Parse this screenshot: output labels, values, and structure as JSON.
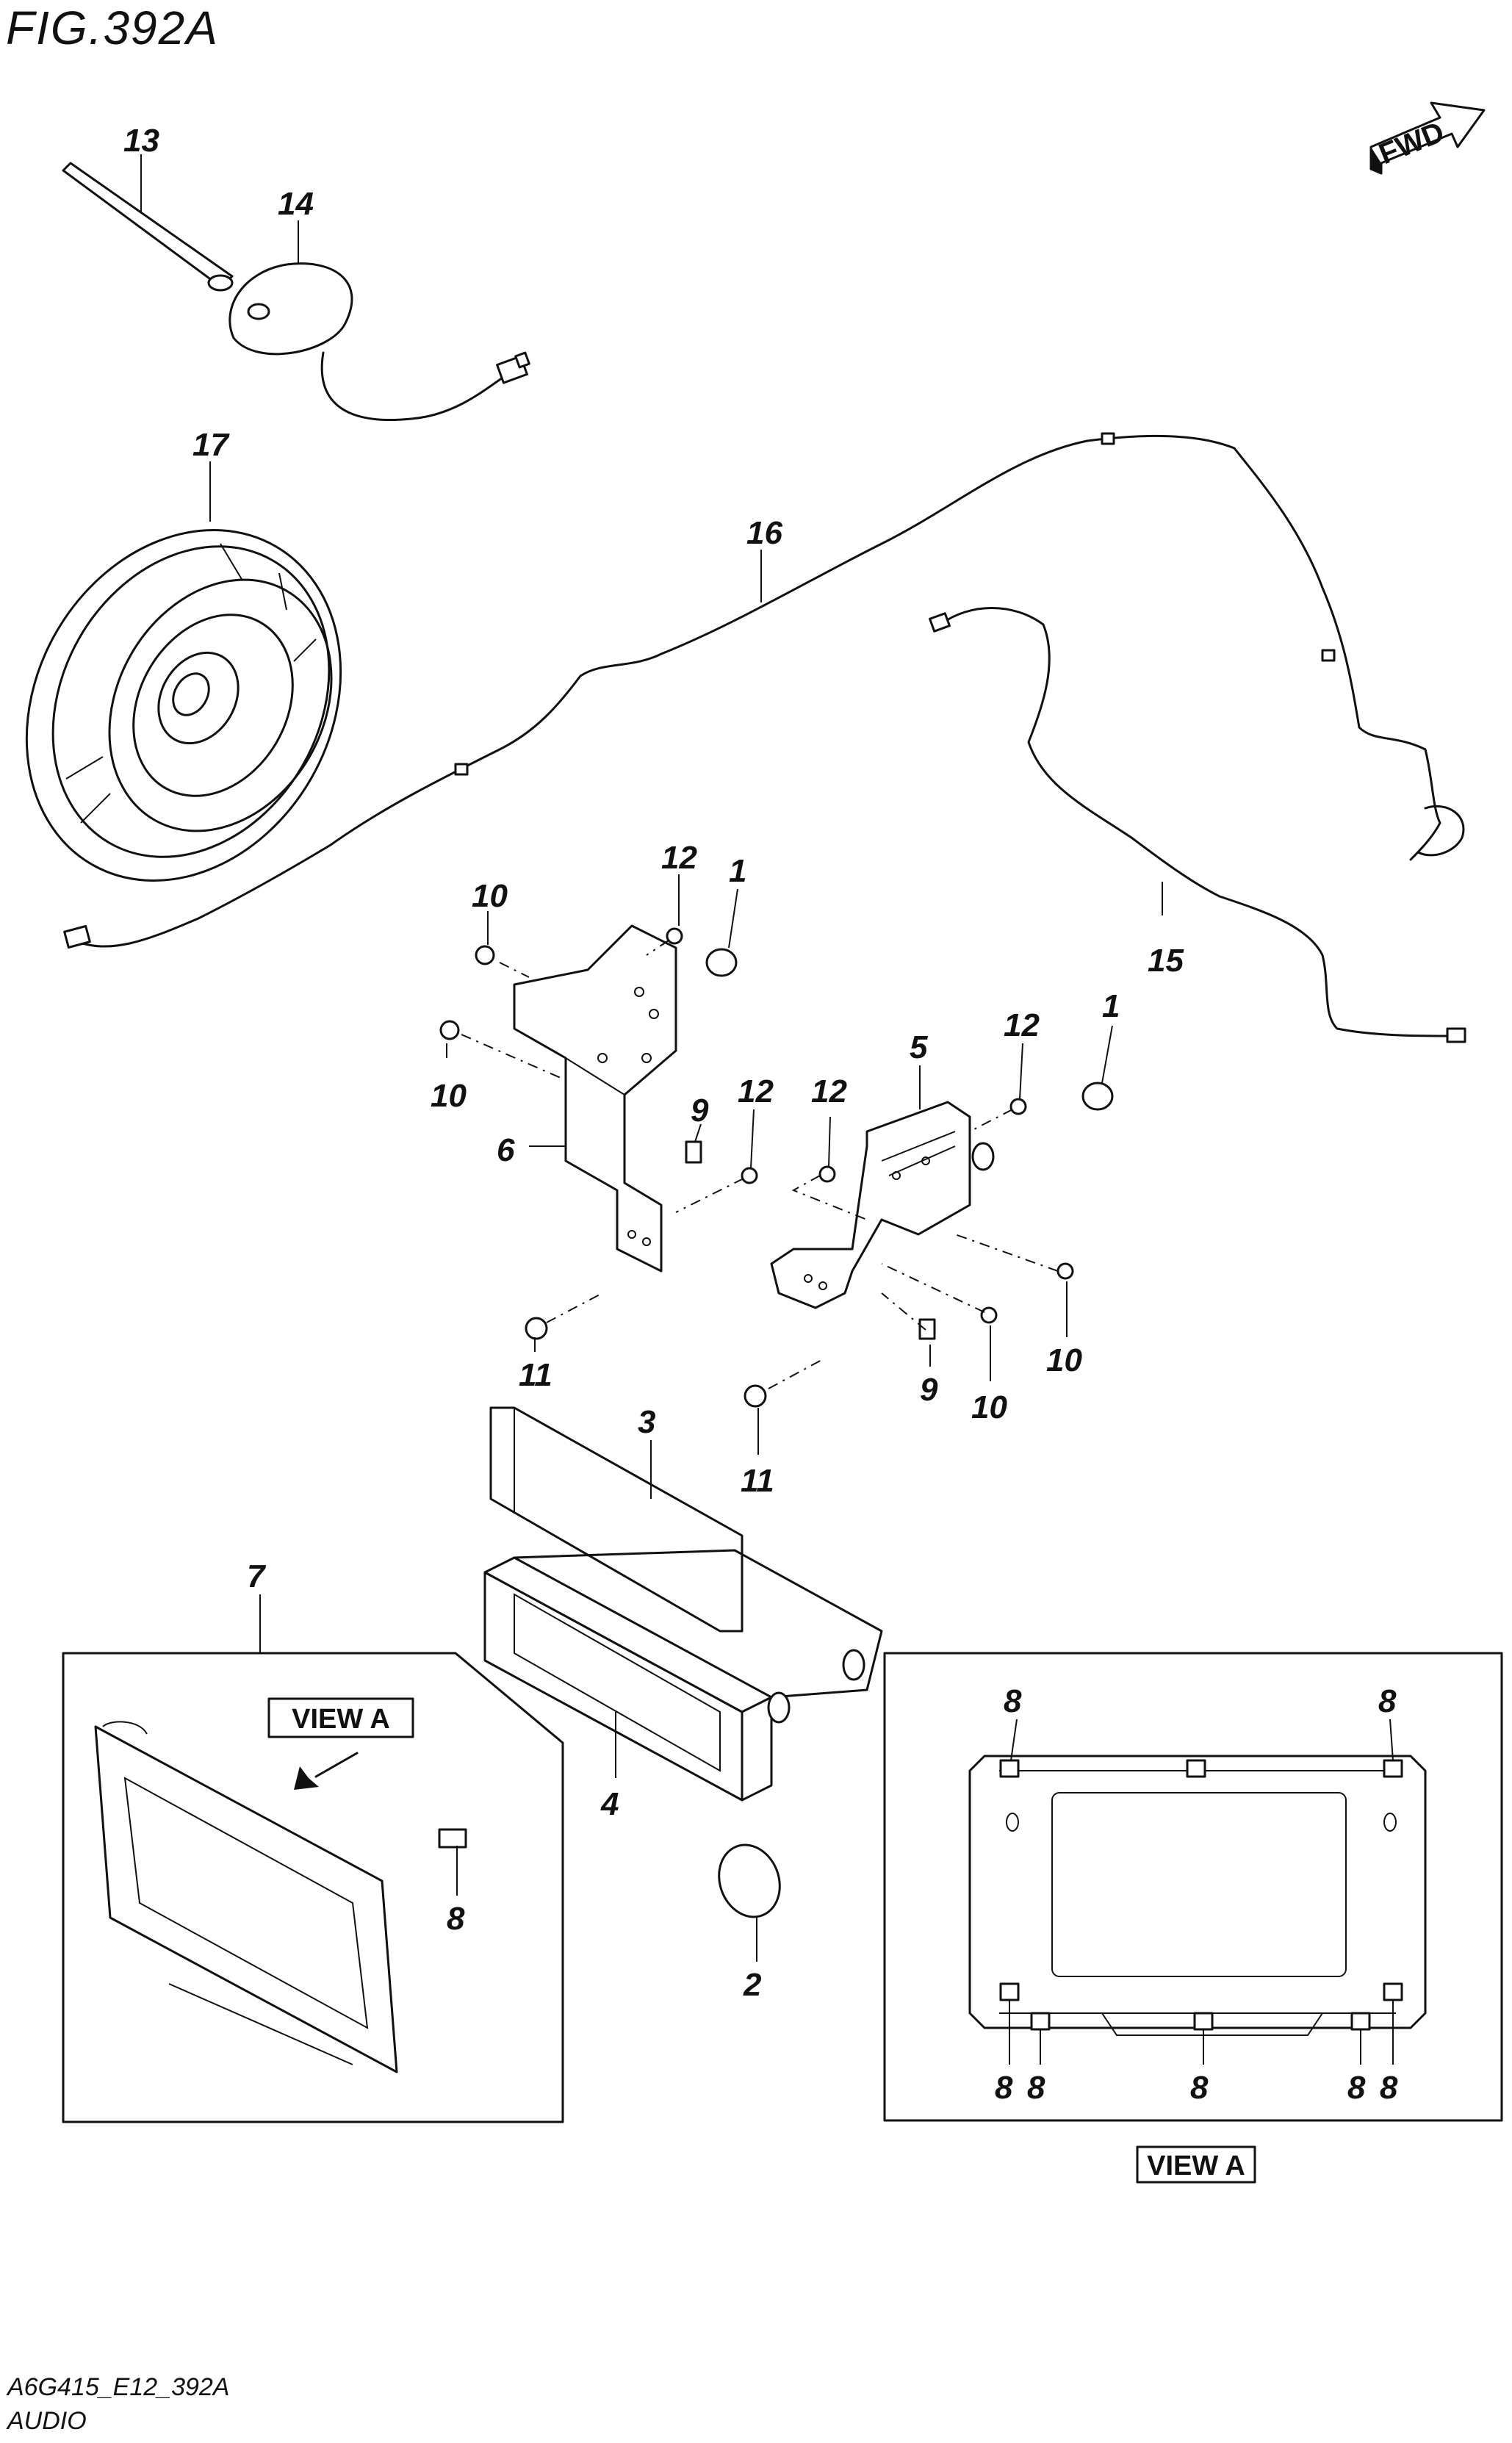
{
  "header": {
    "figure_title": "FIG.392A",
    "fwd_label": "FWD"
  },
  "view": {
    "label": "VIEW A"
  },
  "footer": {
    "code": "A6G415_E12_392A",
    "section": "AUDIO"
  },
  "callouts": {
    "c13": "13",
    "c14": "14",
    "c17": "17",
    "c16": "16",
    "c15": "15",
    "c12a": "12",
    "c1a": "1",
    "c10a": "10",
    "c10b": "10",
    "c6": "6",
    "c9a": "9",
    "c12b": "12",
    "c11a": "11",
    "c12c": "12",
    "c5": "5",
    "c12d": "12",
    "c1b": "1",
    "c10c": "10",
    "c9b": "9",
    "c10d": "10",
    "c3": "3",
    "c11b": "11",
    "c7": "7",
    "c4": "4",
    "c8a": "8",
    "c2": "2",
    "c8b": "8",
    "c8c": "8",
    "c8d": "8",
    "c8e": "8",
    "c8f": "8",
    "c8g": "8",
    "c8h": "8",
    "c8i": "8"
  }
}
